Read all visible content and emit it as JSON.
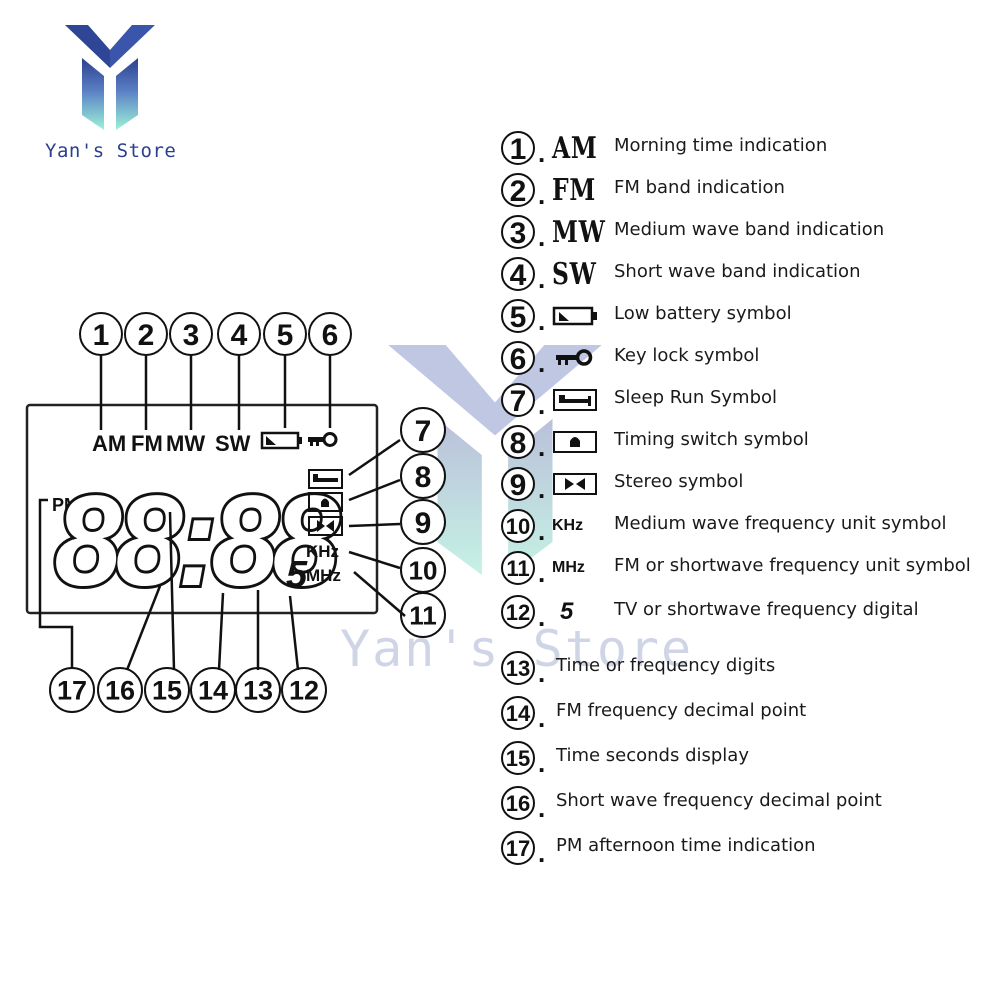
{
  "brand": {
    "name": "Yan's Store",
    "watermark": "Yan's Store"
  },
  "lcd": {
    "labels": [
      "AM",
      "FM",
      "MW",
      "SW"
    ],
    "pm_label": "PM",
    "digits": "88:88",
    "sub_digit": "5",
    "khz_label": "KHz",
    "mhz_label": "MHz",
    "top_callouts": [
      "1",
      "2",
      "3",
      "4",
      "5",
      "6"
    ],
    "right_callouts": [
      "7",
      "8",
      "9",
      "10",
      "11"
    ],
    "bottom_callouts": [
      "17",
      "16",
      "15",
      "14",
      "13",
      "12"
    ]
  },
  "legend": [
    {
      "num": "1.",
      "symbol_text": "AM",
      "symbol_icon": "",
      "desc": "Morning time indication"
    },
    {
      "num": "2.",
      "symbol_text": "FM",
      "symbol_icon": "",
      "desc": "FM band indication"
    },
    {
      "num": "3.",
      "symbol_text": "MW",
      "symbol_icon": "",
      "desc": "Medium wave band indication"
    },
    {
      "num": "4.",
      "symbol_text": "SW",
      "symbol_icon": "",
      "desc": "Short wave band indication"
    },
    {
      "num": "5.",
      "symbol_text": "",
      "symbol_icon": "low-battery-icon",
      "desc": "Low battery symbol"
    },
    {
      "num": "6.",
      "symbol_text": "",
      "symbol_icon": "key-lock-icon",
      "desc": "Key lock symbol"
    },
    {
      "num": "7.",
      "symbol_text": "",
      "symbol_icon": "sleep-bed-icon",
      "desc": "Sleep Run Symbol"
    },
    {
      "num": "8.",
      "symbol_text": "",
      "symbol_icon": "bell-icon",
      "desc": "Timing switch symbol"
    },
    {
      "num": "9.",
      "symbol_text": "",
      "symbol_icon": "stereo-icon",
      "desc": "Stereo symbol"
    },
    {
      "num": "10.",
      "symbol_text": "KHz",
      "symbol_icon": "",
      "desc": "Medium wave frequency unit symbol"
    },
    {
      "num": "11.",
      "symbol_text": "MHz",
      "symbol_icon": "",
      "desc": "FM or shortwave frequency unit symbol"
    },
    {
      "num": "12.",
      "symbol_text": "5",
      "symbol_icon": "",
      "desc": "TV or shortwave frequency digital"
    },
    {
      "num": "13.",
      "symbol_text": "",
      "symbol_icon": "",
      "desc": "Time or frequency digits"
    },
    {
      "num": "14.",
      "symbol_text": "",
      "symbol_icon": "",
      "desc": "FM frequency decimal point"
    },
    {
      "num": "15.",
      "symbol_text": "",
      "symbol_icon": "",
      "desc": "Time seconds display"
    },
    {
      "num": "16.",
      "symbol_text": "",
      "symbol_icon": "",
      "desc": "Short wave frequency decimal point"
    },
    {
      "num": "17.",
      "symbol_text": "",
      "symbol_icon": "",
      "desc": "PM afternoon time indication"
    }
  ],
  "colors": {
    "logo_top": "#2b3f8f",
    "logo_bottom": "#8ff0d8",
    "text": "#1a1a1a"
  }
}
